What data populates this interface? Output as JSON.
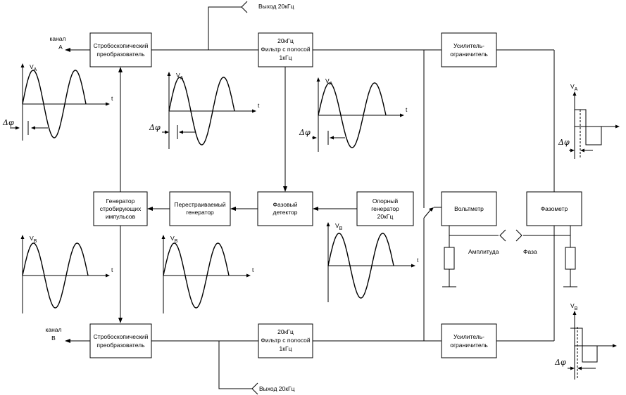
{
  "blocks": {
    "strobe_a": [
      "Стробоскопический",
      "преобразователь"
    ],
    "filter_a": [
      "20кГц",
      "Фильтр с полосой",
      "1кГц"
    ],
    "amp_a": [
      "Усилитель-",
      "ограничитель"
    ],
    "gate_gen": [
      "Генератор",
      "стробирующих",
      "импульсов"
    ],
    "tunable_gen": [
      "Перестраиваемый",
      "генератор"
    ],
    "phase_det": [
      "Фазовый",
      "детектор"
    ],
    "ref_gen": [
      "Опорный",
      "генератор",
      "20кГц"
    ],
    "voltmeter": [
      "Вольтметр"
    ],
    "phasemeter": [
      "Фазометр"
    ],
    "strobe_b": [
      "Стробоскопический",
      "преобразователь"
    ],
    "filter_b": [
      "20кГц",
      "Фильтр с полосой",
      "1кГц"
    ],
    "amp_b": [
      "Усилитель-",
      "ограничитель"
    ]
  },
  "labels": {
    "out_top": "Выход 20кГц",
    "out_bottom": "Выход 20кГц",
    "channel_a": [
      "канал",
      "A"
    ],
    "channel_b": [
      "канал",
      "B"
    ],
    "amplitude": "Амплитуда",
    "phase": "Фаза"
  },
  "axes": {
    "va": "V",
    "va_sub": "A",
    "vb": "V",
    "vb_sub": "B",
    "t": "t",
    "dphi": "Δφ"
  }
}
